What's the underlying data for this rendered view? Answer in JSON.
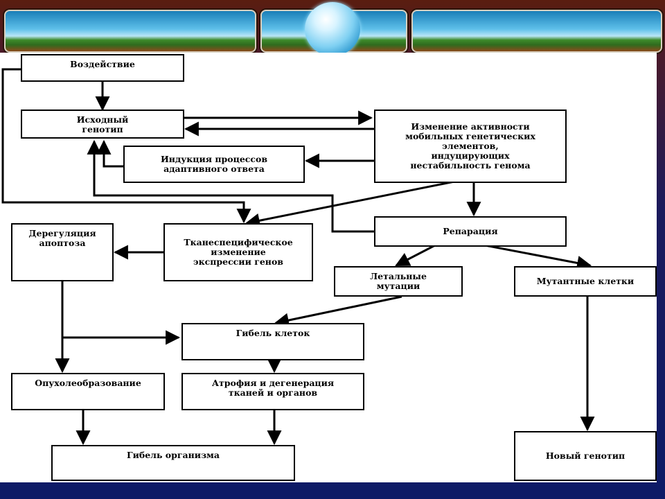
{
  "nodes": {
    "impact": "Воздействие",
    "initial_genotype": "Исходный\nгенотип",
    "mobile_elements": "Изменение активности\nмобильных генетических\nэлементов,\nиндуцирующих\nнестабильность генома",
    "adaptive_response": "Индукция процессов\nадаптивного ответа",
    "apoptosis": "Дерегуляция\nапоптоза",
    "tissue_expression": "Тканеспецифическое\nизменение\nэкспрессии генов",
    "repair": "Репарация",
    "lethal_mutations": "Летальные\nмутации",
    "mutant_cells": "Мутантные клетки",
    "cell_death": "Гибель клеток",
    "tumor": "Опухолеобразование",
    "atrophy": "Атрофия и  дегенерация\nтканей и органов",
    "organism_death": "Гибель организма",
    "new_genotype": "Новый генотип"
  }
}
